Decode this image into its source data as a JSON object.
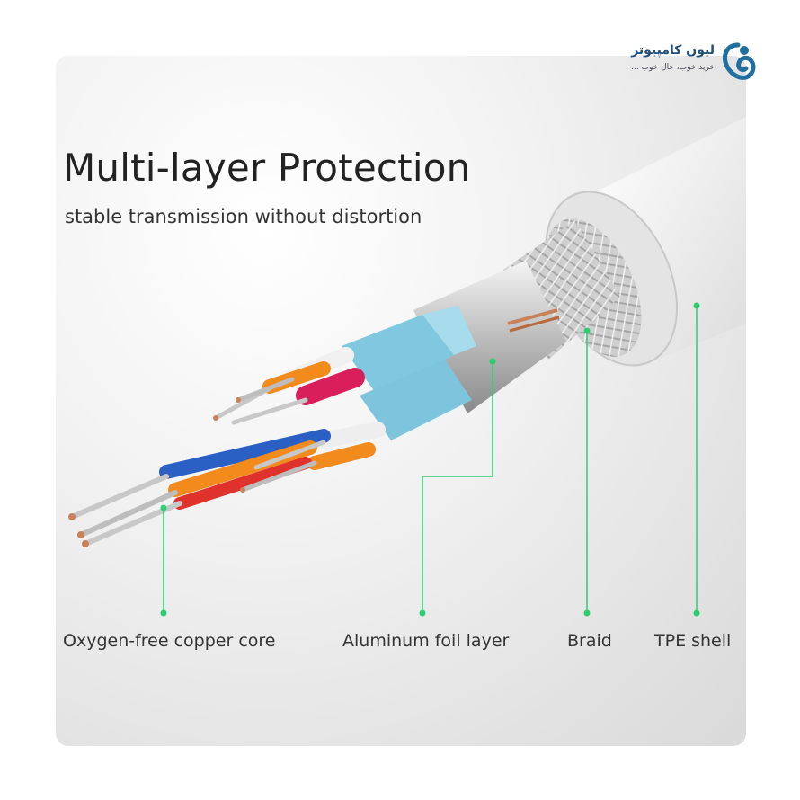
{
  "logo": {
    "name_fa": "لیون کامپیوتر",
    "tagline_fa": "خرید خوب، حال خوب ..."
  },
  "heading": {
    "title": "Multi-layer Protection",
    "subtitle": "stable transmission without distortion"
  },
  "callouts": [
    {
      "label": "Oxygen-free copper core"
    },
    {
      "label": "Aluminum foil layer"
    },
    {
      "label": "Braid"
    },
    {
      "label": "TPE shell"
    }
  ],
  "colors": {
    "callout_line": "#2ecc71",
    "copper": "#c8825a",
    "foil": "#7fc8e0",
    "braid": "#d8d8d8",
    "shell": "#f4f4f4",
    "wire_blue": "#2a5fc4",
    "wire_orange": "#f28a1c",
    "wire_red": "#e0322c",
    "wire_pink": "#d81e5b",
    "wire_white": "#eeeeee"
  }
}
